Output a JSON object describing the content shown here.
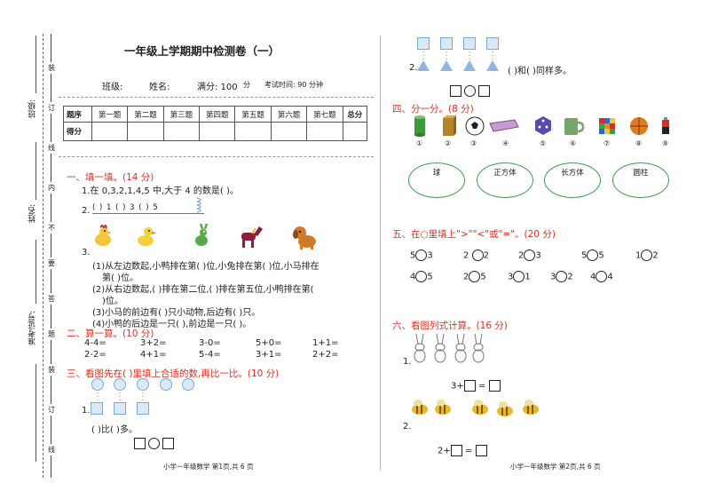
{
  "page_title": "一年级上学期期中检测卷（一）",
  "header": {
    "class_label": "班级:",
    "name_label": "姓名:",
    "score_label": "满分: 100",
    "score_unit": "分",
    "time_label": "考试时间: 90 分钟"
  },
  "binding_strip": {
    "class_field": "班级:",
    "name_field": "姓名:",
    "exam_no_field": "准考证号:",
    "chars": [
      "装",
      "订",
      "线",
      "内",
      "不",
      "要",
      "答",
      "题",
      "装",
      "订",
      "线"
    ]
  },
  "score_table": {
    "headers": [
      "题序",
      "第一题",
      "第二题",
      "第三题",
      "第四题",
      "第五题",
      "第六题",
      "第七题",
      "总分"
    ],
    "row_label": "得分"
  },
  "s1": {
    "title": "一、填一填。(14 分)",
    "q1": "1.在 0,3,2,1,4,5 中,大于 4 的数是(      )。",
    "q2_num": "2.",
    "q2_beads": "(  )  1  (  )  3  (  )  5",
    "q3_num": "3.",
    "q3_a": "(1)从左边数起,小鸭排在第(      )位,小兔排在第(      )位,小马排在",
    "q3_a2": "第(      )位。",
    "q3_b": "(2)从右边数起,(        )排在第二位,(        )排在第五位,小鸭排在第(",
    "q3_b2": ")位。",
    "q3_c": "(3)小马的前边有(        )只小动物,后边有(       )只。",
    "q3_d": "(4)小鸭的后边是一只(        ),前边是一只(        )。"
  },
  "s2": {
    "title": "二、算一算。(10 分)",
    "row1": [
      "4-4=",
      "3+2=",
      "3-0=",
      "5+0=",
      "1+1="
    ],
    "row2": [
      "2-2=",
      "4+1=",
      "5-4=",
      "3+1=",
      "2+2="
    ]
  },
  "s3": {
    "title": "三、看图先在(      )里填上合适的数,再比一比。(10 分)",
    "q1_num": "1.",
    "q1_compare": "(       )比(       )多。",
    "q2_num": "2.",
    "q2_text": "(       )和(       )同样多。"
  },
  "s4": {
    "title": "四、分一分。(8 分)",
    "numbers": [
      "①",
      "②",
      "③",
      "④",
      "⑤",
      "⑥",
      "⑦",
      "⑧",
      "⑨"
    ],
    "categories": [
      "球",
      "正方体",
      "长方体",
      "圆柱"
    ]
  },
  "s5": {
    "title": "五、在○里填上\">\"\"<\"或\"=\"。(20 分)",
    "row1": [
      [
        "5",
        "3"
      ],
      [
        "2",
        "2"
      ],
      [
        "2",
        "3"
      ],
      [
        "5",
        "5"
      ],
      [
        "1",
        "2"
      ]
    ],
    "row2": [
      [
        "4",
        "5"
      ],
      [
        "2",
        "5"
      ],
      [
        "3",
        "1"
      ],
      [
        "3",
        "2"
      ],
      [
        "4",
        "4"
      ]
    ]
  },
  "s6": {
    "title": "六、看图列式计算。(16 分)",
    "q1_num": "1.",
    "q1_prefix": "3+",
    "q2_num": "2.",
    "q2_prefix": "2+"
  },
  "footer": {
    "left": "小学一年级数学   第1页,共 6 页",
    "right": "小学一年级数学   第2页,共 6 页"
  },
  "colors": {
    "accent_red": "#e0301e",
    "shape_blue": "#dbe9f7",
    "ellipse_green": "#3aa04a"
  }
}
